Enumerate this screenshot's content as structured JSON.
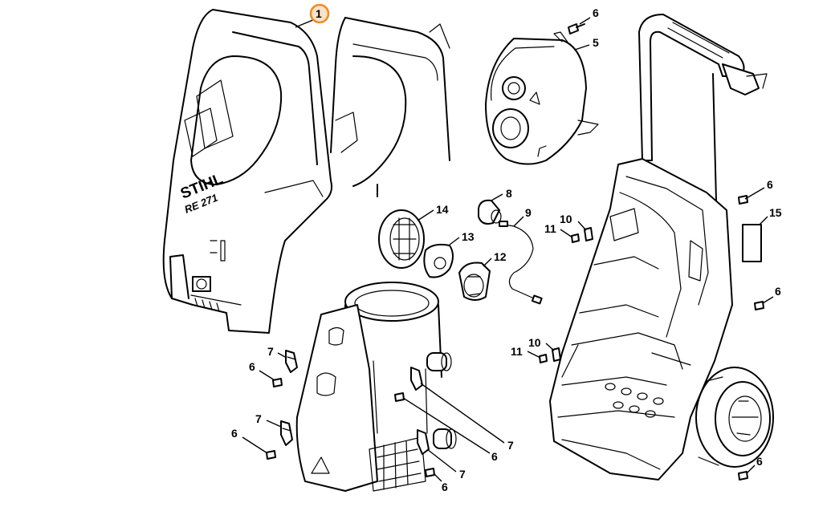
{
  "diagram": {
    "highlight_color": "#f08a24",
    "brand_text": "STIHL",
    "model_text": "RE 271",
    "callouts": [
      "1",
      "5",
      "6",
      "7",
      "8",
      "9",
      "10",
      "11",
      "12",
      "13",
      "14",
      "15"
    ]
  }
}
